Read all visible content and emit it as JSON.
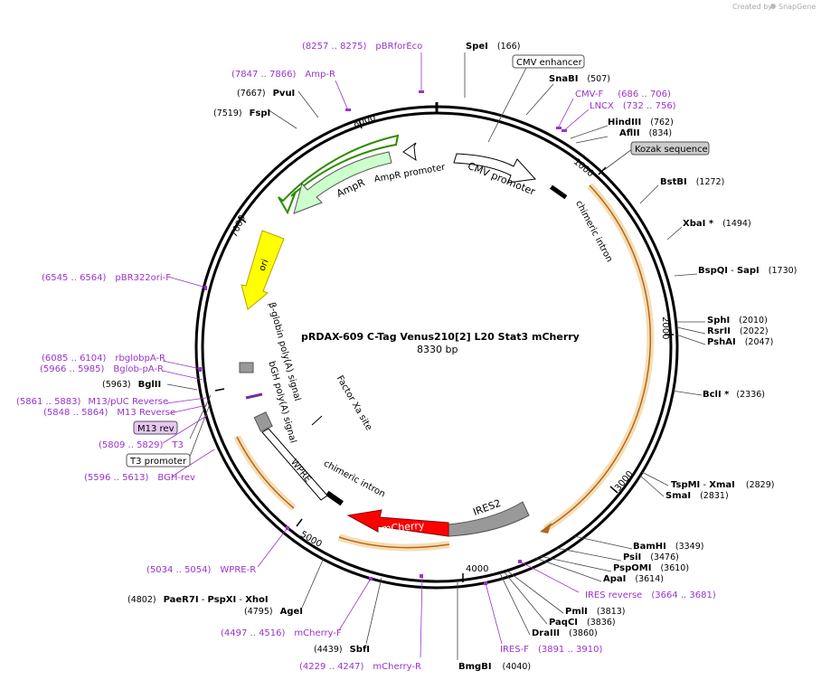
{
  "credit": {
    "prefix": "Created by",
    "brand": "SnapGene"
  },
  "title": "pRDAX-609    C-Tag Venus210[2] L20 Stat3 mCherry",
  "length_label": "8330 bp",
  "ticks": [
    "1000",
    "2000",
    "3000",
    "4000",
    "5000",
    "7000",
    "8000"
  ],
  "features": {
    "cmv_promoter": "CMV promoter",
    "chimeric_intron_top": "chimeric intron",
    "ampr": "AmpR",
    "ampr_promoter": "AmpR promoter",
    "ori": "ori",
    "bglobin": "β-globin poly(A) signal",
    "bgh": "bGH poly(A) signal",
    "factor_xa": "Factor Xa site",
    "wpre": "WPRE",
    "chimeric_intron_bottom": "chimeric intron",
    "mcherry": "mCherry",
    "ires2": "IRES2"
  },
  "boxed_labels": {
    "cmv_enhancer": "CMV enhancer",
    "kozak": "Kozak sequence",
    "m13rev": "M13 rev",
    "t3prom": "T3 promoter"
  },
  "enzymes": [
    {
      "name": "SpeI",
      "pos": "(166)"
    },
    {
      "name": "SnaBI",
      "pos": "(507)"
    },
    {
      "name": "HindIII",
      "pos": "(762)"
    },
    {
      "name": "AflII",
      "pos": "(834)"
    },
    {
      "name": "BstBI",
      "pos": "(1272)"
    },
    {
      "name": "XbaI *",
      "pos": "(1494)"
    },
    {
      "name": "BspQI",
      "sep": " - ",
      "name2": "SapI",
      "pos": "(1730)"
    },
    {
      "name": "SphI",
      "pos": "(2010)"
    },
    {
      "name": "RsrII",
      "pos": "(2022)"
    },
    {
      "name": "PshAI",
      "pos": "(2047)"
    },
    {
      "name": "BclI *",
      "pos": "(2336)"
    },
    {
      "name": "TspMI",
      "sep": " - ",
      "name2": "XmaI",
      "pos": "(2829)"
    },
    {
      "name": "SmaI",
      "pos": "(2831)"
    },
    {
      "name": "BamHI",
      "pos": "(3349)"
    },
    {
      "name": "PsiI",
      "pos": "(3476)"
    },
    {
      "name": "PspOMI",
      "pos": "(3610)"
    },
    {
      "name": "ApaI",
      "pos": "(3614)"
    },
    {
      "name": "PmlI",
      "pos": "(3813)"
    },
    {
      "name": "PaqCI",
      "pos": "(3836)"
    },
    {
      "name": "DraIII",
      "pos": "(3860)"
    },
    {
      "name": "BmgBI",
      "pos": "(4040)"
    },
    {
      "name": "SbfI",
      "pos": "(4439)"
    },
    {
      "name": "AgeI",
      "pos": "(4795)"
    },
    {
      "name": "PaeR7I",
      "sep": " - ",
      "name2": "PspXI",
      "sep2": " - ",
      "name3": "XhoI",
      "pos": "(4802)"
    },
    {
      "name": "BglII",
      "pos": "(5963)"
    },
    {
      "name": "FspI",
      "pos": "(7519)"
    },
    {
      "name": "PvuI",
      "pos": "(7667)"
    }
  ],
  "primers": [
    {
      "name": "pBRforEco",
      "range": "(8257 .. 8275)"
    },
    {
      "name": "Amp-R",
      "range": "(7847 .. 7866)"
    },
    {
      "name": "CMV-F",
      "range": "(686 .. 706)"
    },
    {
      "name": "LNCX",
      "range": "(732 .. 756)"
    },
    {
      "name": "pBR322ori-F",
      "range": "(6545 .. 6564)"
    },
    {
      "name": "rbglobpA-R",
      "range": "(6085 .. 6104)"
    },
    {
      "name": "Bglob-pA-R",
      "range": "(5966 .. 5985)"
    },
    {
      "name": "M13/pUC Reverse",
      "range": "(5861 .. 5883)"
    },
    {
      "name": "M13 Reverse",
      "range": "(5848 .. 5864)"
    },
    {
      "name": "T3",
      "range": "(5809 .. 5829)"
    },
    {
      "name": "BGH-rev",
      "range": "(5596 .. 5613)"
    },
    {
      "name": "WPRE-R",
      "range": "(5034 .. 5054)"
    },
    {
      "name": "mCherry-F",
      "range": "(4497 .. 4516)"
    },
    {
      "name": "mCherry-R",
      "range": "(4229 .. 4247)"
    },
    {
      "name": "IRES-F",
      "range": "(3891 .. 3910)"
    },
    {
      "name": "IRES reverse",
      "range": "(3664 .. 3681)"
    }
  ],
  "colors": {
    "primer": "#9933cc",
    "ampr": "#ccffcc",
    "ori": "#ffff00",
    "mcherry": "#ff0000",
    "ires": "#999999",
    "orf": "#f5deb3",
    "kozak": "#cccccc",
    "m13": "#e6c8f0"
  }
}
